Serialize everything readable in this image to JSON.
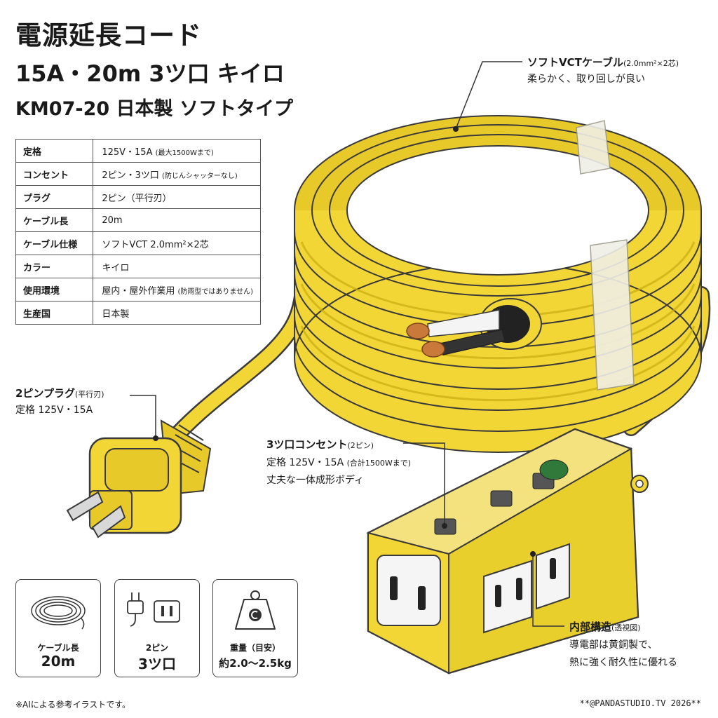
{
  "title": {
    "line1": "電源延長コード",
    "line2": "15A・20m 3ツ口 キイロ",
    "line3": "KM07-20  日本製 ソフトタイプ"
  },
  "spec_table": [
    {
      "key": "定格",
      "value": "125V・15A",
      "note": "(最大1500Wまで)"
    },
    {
      "key": "コンセント",
      "value": "2ピン・3ツ口",
      "note": "(防じんシャッターなし)"
    },
    {
      "key": "プラグ",
      "value": "2ピン（平行刃）",
      "note": ""
    },
    {
      "key": "ケーブル長",
      "value": "20m",
      "note": ""
    },
    {
      "key": "ケーブル仕様",
      "value": "ソフトVCT 2.0mm²×2芯",
      "note": ""
    },
    {
      "key": "カラー",
      "value": "キイロ",
      "note": ""
    },
    {
      "key": "使用環境",
      "value": "屋内・屋外作業用",
      "note": "(防雨型ではありません)"
    },
    {
      "key": "生産国",
      "value": "日本製",
      "note": ""
    }
  ],
  "callouts": {
    "cable": {
      "heading": "ソフトVCTケーブル",
      "heading_sub": "(2.0mm²×2芯)",
      "text": "柔らかく、取り回しが良い"
    },
    "plug": {
      "heading": "2ピンプラグ",
      "heading_sub": "(平行刃)",
      "text": "定格 125V・15A"
    },
    "outlet": {
      "heading": "3ツ口コンセント",
      "heading_sub": "(2ピン)",
      "text1": "定格 125V・15A",
      "text1_sub": "(合計1500Wまで)",
      "text2": "丈夫な一体成形ボディ"
    },
    "internal": {
      "heading": "内部構造",
      "heading_sub": "(透視図)",
      "text1": "導電部は黄銅製で、",
      "text2": "熱に強く耐久性に優れる"
    }
  },
  "icon_boxes": [
    {
      "icon": "cable-coil-icon",
      "caption1": "ケーブル長",
      "caption2": "20m"
    },
    {
      "icon": "plug-outlet-icon",
      "caption1": "2ピン",
      "caption2": "3ツ口"
    },
    {
      "icon": "weight-icon",
      "caption1": "重量（目安）",
      "caption2": "約2.0～2.5kg"
    }
  ],
  "footer": {
    "note": "※AIによる参考イラストです。",
    "credit": "**@PANDASTUDIO.TV 2026**"
  },
  "colors": {
    "cable_yellow": "#f2d635",
    "cable_shadow": "#c9ad12",
    "outline": "#3a3a3a",
    "copper": "#c97a3a",
    "outlet_face": "#f5f5f5"
  }
}
